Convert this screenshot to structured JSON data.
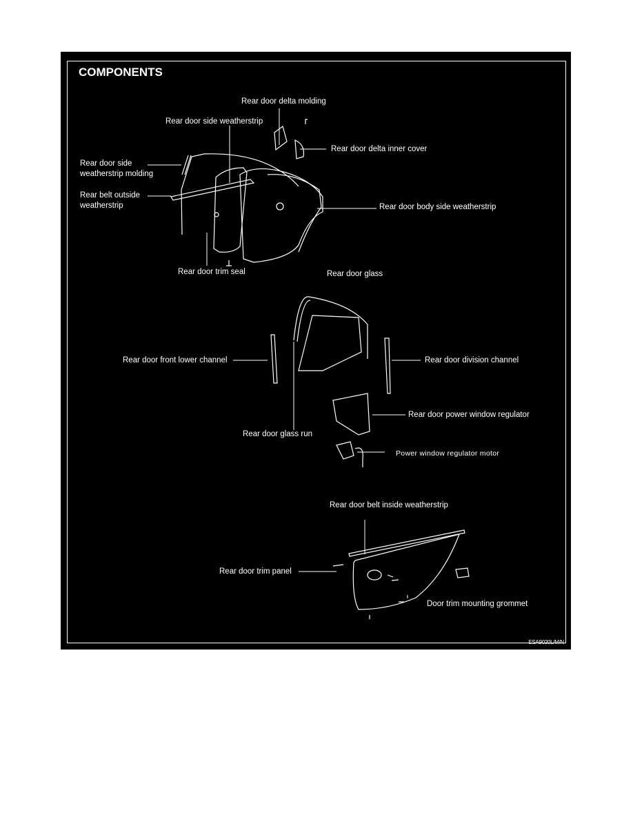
{
  "title": "COMPONENTS",
  "figure_code": "ESA9020L/M/N",
  "labels": {
    "delta_molding": "Rear door delta molding",
    "side_weatherstrip": "Rear door side weatherstrip",
    "delta_inner_cover": "Rear door delta inner cover",
    "side_weatherstrip_molding": "Rear door side\nweatherstrip molding",
    "belt_outside_weatherstrip": "Rear belt outside\nweatherstrip",
    "body_side_weatherstrip": "Rear door body side weatherstrip",
    "trim_seal": "Rear door trim seal",
    "glass": "Rear door glass",
    "front_lower_channel": "Rear door front lower channel",
    "division_channel": "Rear door division channel",
    "power_window_regulator": "Rear door power window regulator",
    "glass_run": "Rear door glass run",
    "regulator_motor": "Power window regulator motor",
    "belt_inside_weatherstrip": "Rear door belt inside weatherstrip",
    "trim_panel": "Rear door trim panel",
    "trim_mounting_grommet": "Door trim mounting grommet"
  }
}
